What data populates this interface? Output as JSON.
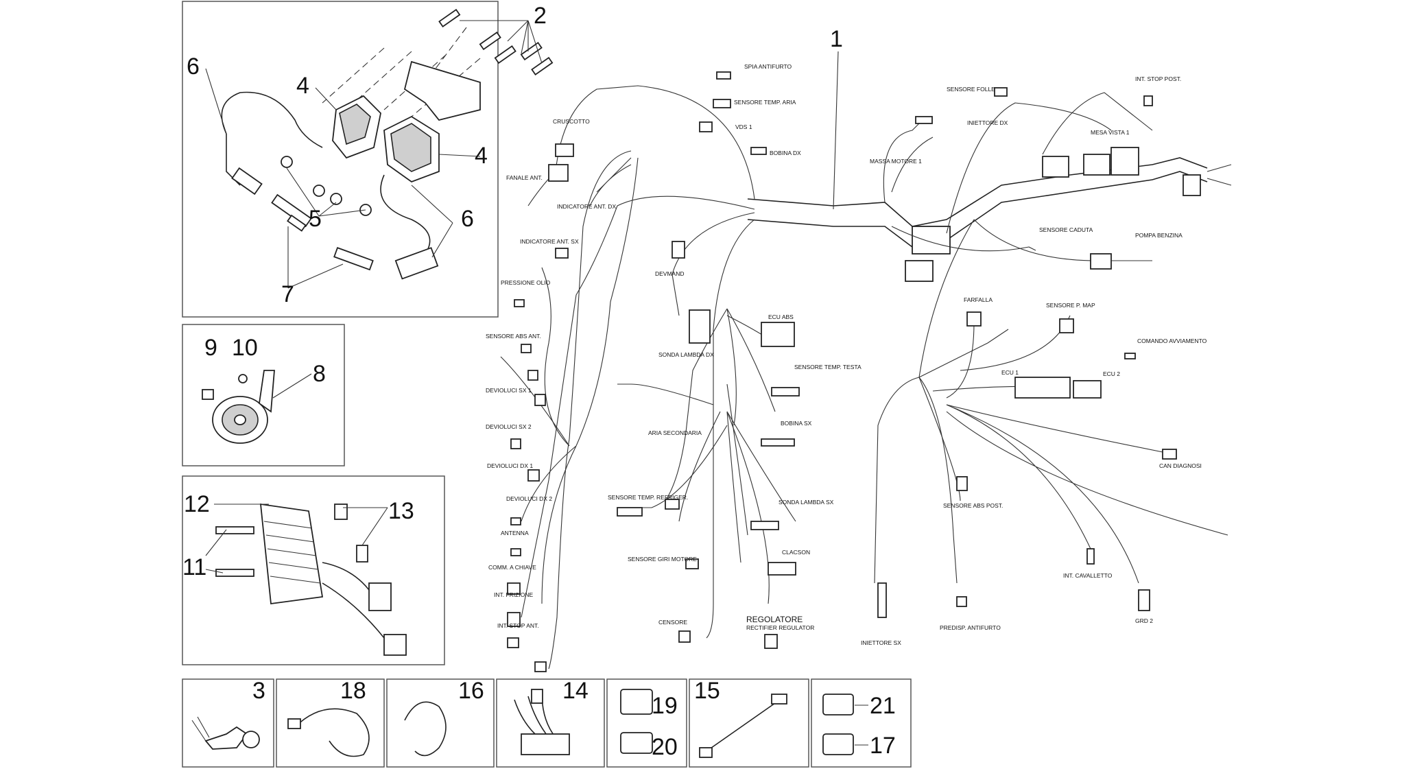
{
  "callouts": {
    "n1": "1",
    "n2": "2",
    "n3": "3",
    "n4a": "4",
    "n4b": "4",
    "n5": "5",
    "n6a": "6",
    "n6b": "6",
    "n7": "7",
    "n8": "8",
    "n9": "9",
    "n10": "10",
    "n11": "11",
    "n12": "12",
    "n13": "13",
    "n14": "14",
    "n15": "15",
    "n16": "16",
    "n17": "17",
    "n18": "18",
    "n19": "19",
    "n20": "20",
    "n21": "21"
  },
  "labels": {
    "spia_antifurto": "SPIA ANTIFURTO",
    "sensore_temp_aria": "SENSORE TEMP. ARIA",
    "vds": "VDS 1",
    "cruscotto": "CRUSCOTTO",
    "bobina_dx": "BOBINA DX",
    "sensore_folle": "SENSORE FOLLE",
    "iniettore_dx": "INIETTORE DX",
    "int_stop_post": "INT. STOP POST.",
    "massa_motore": "MASSA MOTORE 1",
    "massa_vista": "MESA VISTA 1",
    "fanale_ant": "FANALE ANT.",
    "indicatore_ant_dx": "INDICATORE ANT. DX",
    "indicatore_ant_sx": "INDICATORE ANT. SX",
    "devmand": "DEVMAND",
    "sensore_caduta": "SENSORE CADUTA",
    "pompa_benzina": "POMPA BENZINA",
    "pressione_olio": "PRESSIONE OLIO",
    "sonda_lambda_dx": "SONDA LAMBDA DX",
    "ecu_abs": "ECU ABS",
    "farfalla": "FARFALLA",
    "sensore_p_map": "SENSORE P. MAP",
    "sensore_abs_ant": "SENSORE ABS ANT.",
    "comando_avviamento": "COMANDO AVVIAMENTO",
    "devioluci_sx_1": "DEVIOLUCI SX 1",
    "sensore_temp_testa": "SENSORE TEMP. TESTA",
    "ecu_1": "ECU 1",
    "ecu_2": "ECU 2",
    "devioluci_sx_2": "DEVIOLUCI SX 2",
    "aria_secondaria": "ARIA SECONDARIA",
    "bobina_sx": "BOBINA SX",
    "devioluci_dx_1": "DEVIOLUCI DX 1",
    "can_diagnosi": "CAN DIAGNOSI",
    "devioluci_dx_2": "DEVIOLUCI DX 2",
    "sensore_temp_refrig": "SENSORE TEMP. REFRIGER.",
    "sonda_lambda_sx": "SONDA LAMBDA SX",
    "sensore_abs_post": "SENSORE ABS POST.",
    "antenna": "ANTENNA",
    "sensore_giri_motore": "SENSORE GIRI MOTORE",
    "clacson": "CLACSON",
    "comm_a_chiave": "COMM. A CHIAVE",
    "int_frizione": "INT. FRIZIONE",
    "int_cavalletto": "INT. CAVALLETTO",
    "cinghinibbia": "CENSORE",
    "regolatore": "REGOLATORE",
    "regolatore_sub": "RECTIFIER REGULATOR",
    "int_stop_ant": "INT. STOP ANT.",
    "iniettore_sx": "INIETTORE SX",
    "predisp_antifurto": "PREDISP. ANTIFURTO",
    "gsd_2": "GRD 2"
  }
}
